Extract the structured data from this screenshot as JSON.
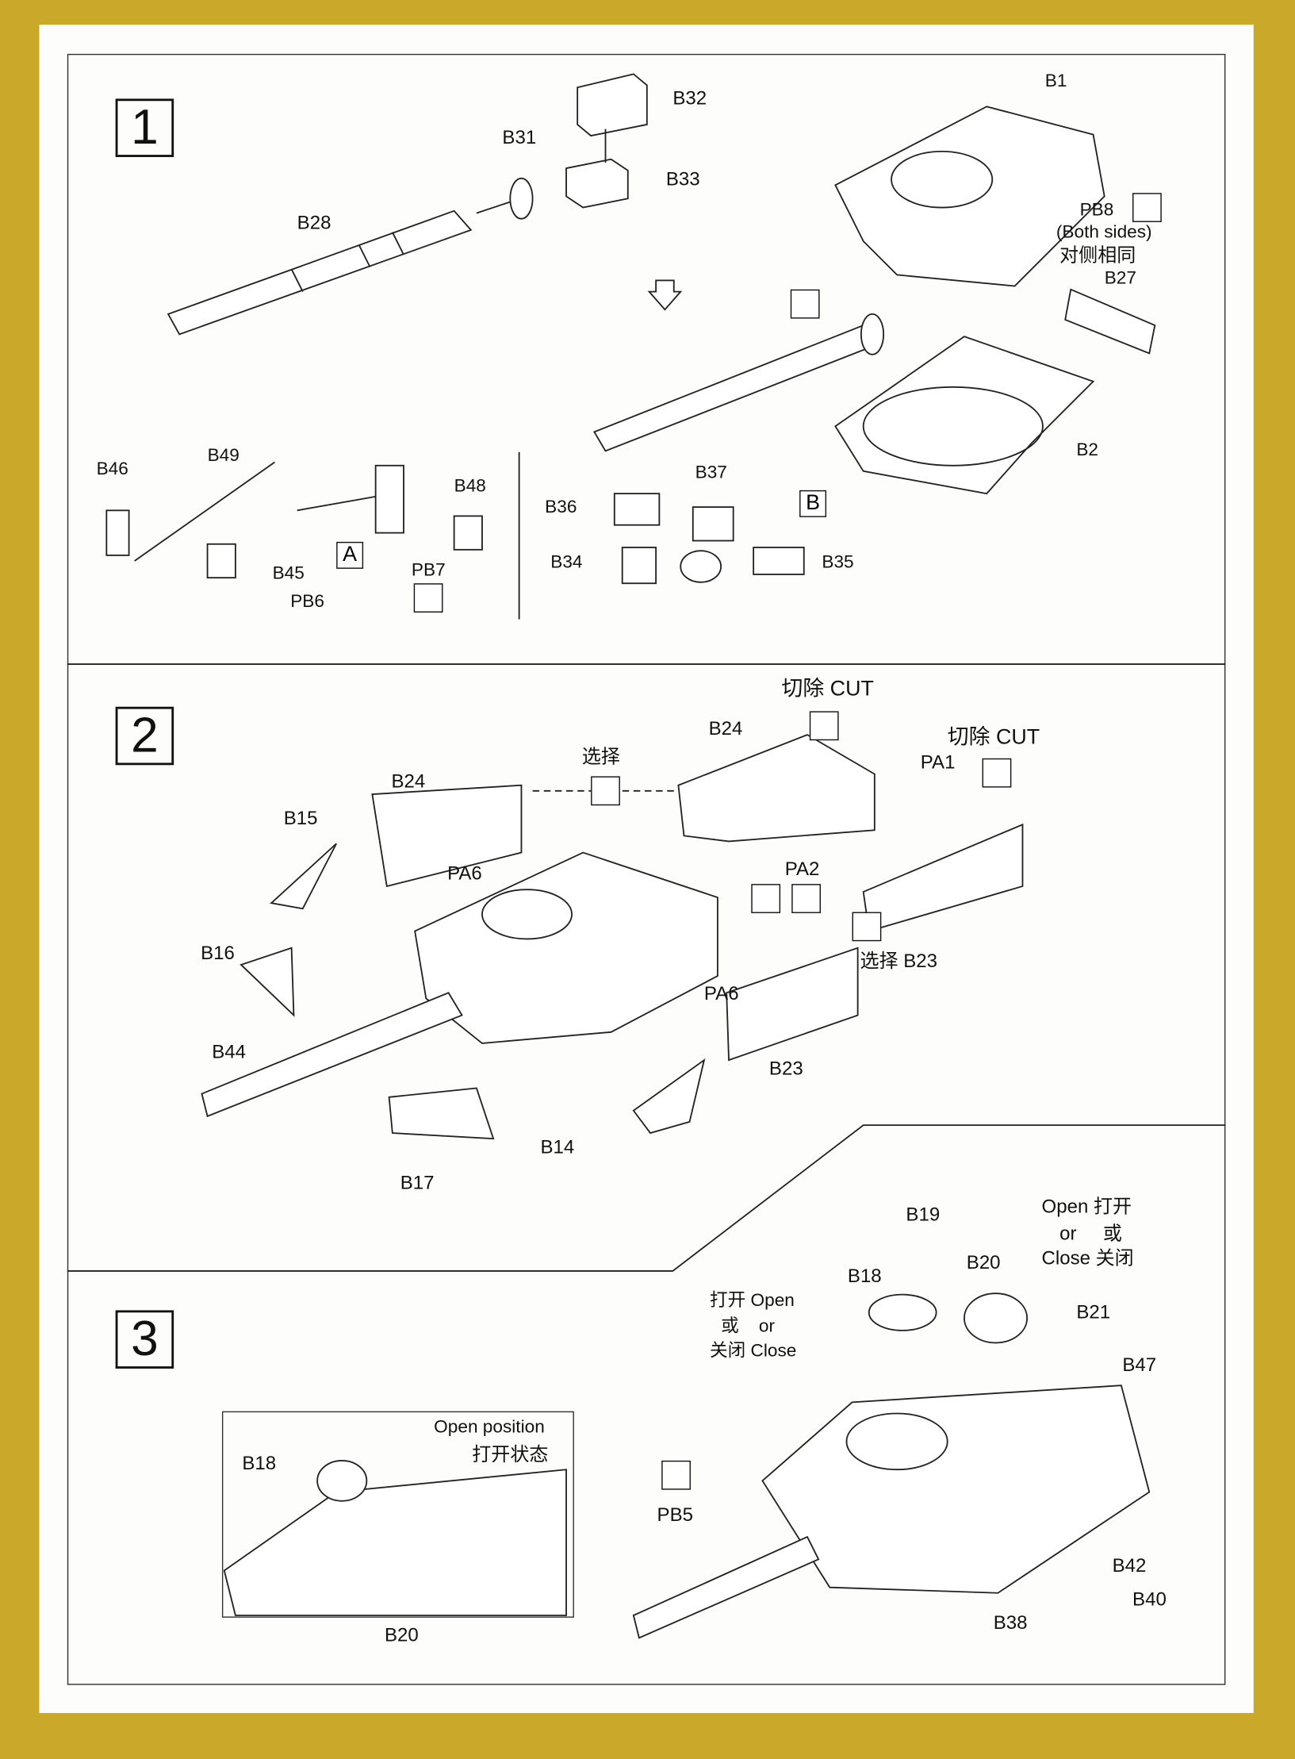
{
  "steps": [
    "1",
    "2",
    "3"
  ],
  "step1": {
    "labels": {
      "b32": "B32",
      "b31": "B31",
      "b33": "B33",
      "b28": "B28",
      "b1": "B1",
      "pb8": "PB8",
      "both_sides": "(Both sides)",
      "both_sides_cn": "对侧相同",
      "b27": "B27",
      "b2": "B2",
      "b46": "B46",
      "b49": "B49",
      "b48": "B48",
      "b45": "B45",
      "pb7": "PB7",
      "pb6": "PB6",
      "b37": "B37",
      "b36": "B36",
      "b34": "B34",
      "b35": "B35"
    },
    "subassembly_a": "A",
    "subassembly_b": "B"
  },
  "step2": {
    "labels": {
      "cut1": "切除 CUT",
      "b24a": "B24",
      "cut2": "切除 CUT",
      "choose": "选择",
      "pa1": "PA1",
      "b24b": "B24",
      "b15": "B15",
      "pa6a": "PA6",
      "pa2": "PA2",
      "b16": "B16",
      "choose_b23": "选择 B23",
      "pa6b": "PA6",
      "b44": "B44",
      "b23": "B23",
      "b14": "B14",
      "b17": "B17"
    }
  },
  "step3": {
    "labels": {
      "b19": "B19",
      "open_r": "Open 打开",
      "or_r": "or     或",
      "close_r": "Close 关闭",
      "b18": "B18",
      "b20": "B20",
      "open_l": "打开 Open",
      "or_l": "或    or",
      "close_l": "关闭 Close",
      "b21": "B21",
      "b47": "B47",
      "pb5": "PB5",
      "b42": "B42",
      "b40": "B40",
      "b38": "B38"
    },
    "inset": {
      "title": "Open position",
      "title_cn": "打开状态",
      "b18": "B18",
      "b20": "B20"
    }
  },
  "colors": {
    "background": "#c9a82a",
    "page": "#fdfdfb",
    "ink": "#111111"
  }
}
